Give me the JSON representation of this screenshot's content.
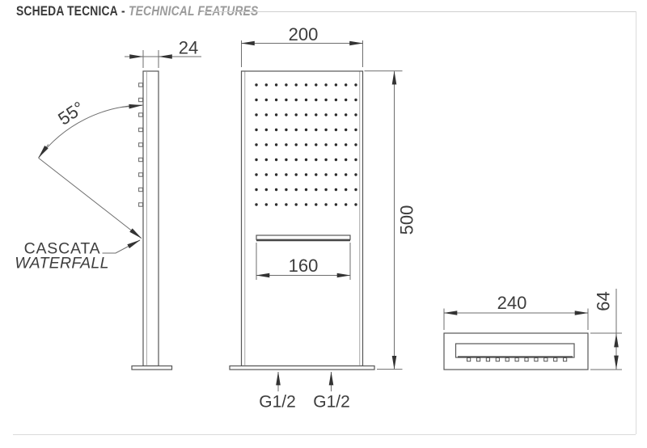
{
  "header": {
    "title_primary": "SCHEDA TECNICA",
    "separator": "-",
    "title_secondary": "TECHNICAL FEATURES"
  },
  "drawing": {
    "side_view": {
      "thickness_label": "24",
      "angle_label": "55°",
      "callout_line1": "CASCATA",
      "callout_line2": "WATERFALL",
      "nozzle_tick_count": 9
    },
    "front_view": {
      "width_label": "200",
      "height_label": "500",
      "slot_width_label": "160",
      "connection_left_label": "G1/2",
      "connection_right_label": "G1/2",
      "nozzle_grid": {
        "rows": 9,
        "cols": 11
      }
    },
    "bottom_view": {
      "width_label": "240",
      "height_label": "64",
      "nozzle_teeth_count": 11
    }
  },
  "colors": {
    "object_line": "#565656",
    "dimension_line": "#6e6e6e",
    "text": "#3d3d3d",
    "arrow": "#333333",
    "header_primary": "#3a3a3a",
    "header_secondary": "#9b9b9b",
    "page_border": "#dbdbdb"
  }
}
